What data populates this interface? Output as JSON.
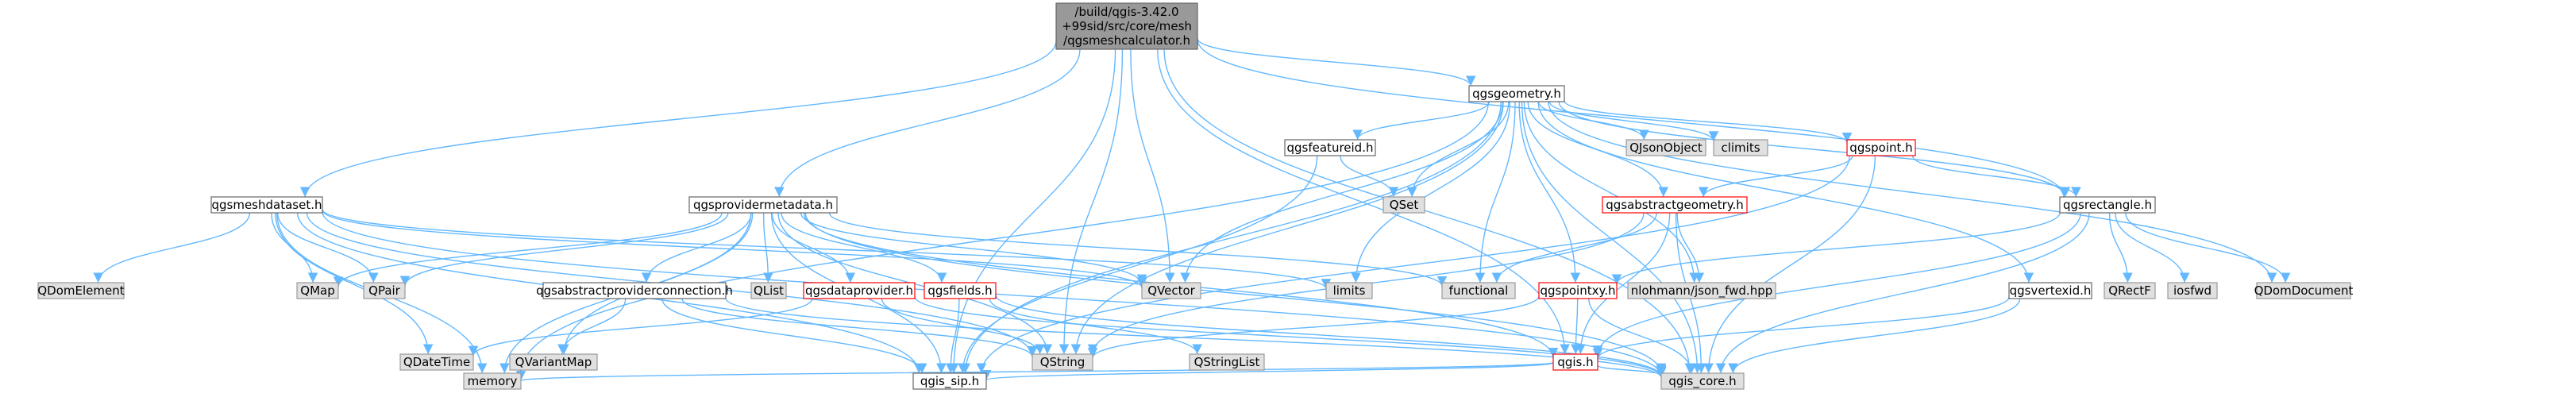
{
  "colors": {
    "edge": "#63b8ff",
    "root_fill": "#999999",
    "normal_fill": "#ffffff",
    "normal_stroke": "#666666",
    "highlight_stroke": "#ff0000",
    "system_fill": "#e0e0e0",
    "system_stroke": "#999999"
  },
  "nodes": {
    "root": {
      "lines": [
        "/build/qgis-3.42.0",
        "+99sid/src/core/mesh",
        "/qgsmeshcalculator.h"
      ],
      "kind": "root"
    },
    "qgsgeometry": {
      "lines": [
        "qgsgeometry.h"
      ],
      "kind": "normal"
    },
    "qgsmeshdataset": {
      "lines": [
        "qgsmeshdataset.h"
      ],
      "kind": "normal"
    },
    "qgsprovidermetadata": {
      "lines": [
        "qgsprovidermetadata.h"
      ],
      "kind": "normal"
    },
    "qgsfeatureid": {
      "lines": [
        "qgsfeatureid.h"
      ],
      "kind": "normal"
    },
    "qjsonobject": {
      "lines": [
        "QJsonObject"
      ],
      "kind": "system"
    },
    "climits": {
      "lines": [
        "climits"
      ],
      "kind": "system"
    },
    "qgspoint": {
      "lines": [
        "qgspoint.h"
      ],
      "kind": "highlight"
    },
    "qset": {
      "lines": [
        "QSet"
      ],
      "kind": "system"
    },
    "qgsabstractgeometry": {
      "lines": [
        "qgsabstractgeometry.h"
      ],
      "kind": "highlight"
    },
    "qgsrectangle": {
      "lines": [
        "qgsrectangle.h"
      ],
      "kind": "normal"
    },
    "qdomelement": {
      "lines": [
        "QDomElement"
      ],
      "kind": "system"
    },
    "qmap": {
      "lines": [
        "QMap"
      ],
      "kind": "system"
    },
    "qpair": {
      "lines": [
        "QPair"
      ],
      "kind": "system"
    },
    "qvector": {
      "lines": [
        "QVector"
      ],
      "kind": "system"
    },
    "limits": {
      "lines": [
        "limits"
      ],
      "kind": "system"
    },
    "functional": {
      "lines": [
        "functional"
      ],
      "kind": "system"
    },
    "qgsabstractproviderconnection": {
      "lines": [
        "qgsabstractproviderconnection.h"
      ],
      "kind": "normal"
    },
    "qlist": {
      "lines": [
        "QList"
      ],
      "kind": "system"
    },
    "qgsdataprovider": {
      "lines": [
        "qgsdataprovider.h"
      ],
      "kind": "highlight"
    },
    "qgsfields": {
      "lines": [
        "qgsfields.h"
      ],
      "kind": "highlight"
    },
    "nlohmann": {
      "lines": [
        "nlohmann/json_fwd.hpp"
      ],
      "kind": "system"
    },
    "qgspointxy": {
      "lines": [
        "qgspointxy.h"
      ],
      "kind": "highlight"
    },
    "qgsvertexid": {
      "lines": [
        "qgsvertexid.h"
      ],
      "kind": "normal"
    },
    "qrectf": {
      "lines": [
        "QRectF"
      ],
      "kind": "system"
    },
    "iosfwd": {
      "lines": [
        "iosfwd"
      ],
      "kind": "system"
    },
    "qdomdocument": {
      "lines": [
        "QDomDocument"
      ],
      "kind": "system"
    },
    "qdatetime": {
      "lines": [
        "QDateTime"
      ],
      "kind": "system"
    },
    "qvariantmap": {
      "lines": [
        "QVariantMap"
      ],
      "kind": "system"
    },
    "qstring": {
      "lines": [
        "QString"
      ],
      "kind": "system"
    },
    "qstringlist": {
      "lines": [
        "QStringList"
      ],
      "kind": "system"
    },
    "qgis": {
      "lines": [
        "qgis.h"
      ],
      "kind": "highlight"
    },
    "memory": {
      "lines": [
        "memory"
      ],
      "kind": "system"
    },
    "qgis_sip": {
      "lines": [
        "qgis_sip.h"
      ],
      "kind": "normal"
    },
    "qgis_core": {
      "lines": [
        "qgis_core.h"
      ],
      "kind": "system"
    }
  },
  "edges": [
    [
      "root",
      "qgsgeometry"
    ],
    [
      "root",
      "qgsmeshdataset"
    ],
    [
      "root",
      "qgsprovidermetadata"
    ],
    [
      "root",
      "qvector"
    ],
    [
      "root",
      "qstring"
    ],
    [
      "root",
      "qgis_sip"
    ],
    [
      "root",
      "qgis_core"
    ],
    [
      "root",
      "qgsrectangle"
    ],
    [
      "root",
      "qgis"
    ],
    [
      "qgsgeometry",
      "qgsfeatureid"
    ],
    [
      "qgsgeometry",
      "qjsonobject"
    ],
    [
      "qgsgeometry",
      "climits"
    ],
    [
      "qgsgeometry",
      "qgspoint"
    ],
    [
      "qgsgeometry",
      "qset"
    ],
    [
      "qgsgeometry",
      "qgsabstractgeometry"
    ],
    [
      "qgsgeometry",
      "qgsrectangle"
    ],
    [
      "qgsgeometry",
      "qvector"
    ],
    [
      "qgsgeometry",
      "limits"
    ],
    [
      "qgsgeometry",
      "functional"
    ],
    [
      "qgsgeometry",
      "nlohmann"
    ],
    [
      "qgsgeometry",
      "qgspointxy"
    ],
    [
      "qgsgeometry",
      "qgsvertexid"
    ],
    [
      "qgsgeometry",
      "qdomdocument"
    ],
    [
      "qgsgeometry",
      "qstring"
    ],
    [
      "qgsgeometry",
      "qgis_sip"
    ],
    [
      "qgsgeometry",
      "qgis_core"
    ],
    [
      "qgsgeometry",
      "memory"
    ],
    [
      "qgsfeatureid",
      "qset"
    ],
    [
      "qgsfeatureid",
      "qgis_sip"
    ],
    [
      "qgspoint",
      "qgsabstractgeometry"
    ],
    [
      "qgspoint",
      "qgsrectangle"
    ],
    [
      "qgspoint",
      "qgis_core"
    ],
    [
      "qgspoint",
      "qgis_sip"
    ],
    [
      "qgsabstractgeometry",
      "functional"
    ],
    [
      "qgsabstractgeometry",
      "nlohmann"
    ],
    [
      "qgsabstractgeometry",
      "qgis"
    ],
    [
      "qgsabstractgeometry",
      "qgis_core"
    ],
    [
      "qgsabstractgeometry",
      "qstring"
    ],
    [
      "qgsrectangle",
      "qrectf"
    ],
    [
      "qgsrectangle",
      "iosfwd"
    ],
    [
      "qgsrectangle",
      "qdomdocument"
    ],
    [
      "qgsrectangle",
      "qgspointxy"
    ],
    [
      "qgsrectangle",
      "qgis"
    ],
    [
      "qgsrectangle",
      "qgis_core"
    ],
    [
      "qgsmeshdataset",
      "qdomelement"
    ],
    [
      "qgsmeshdataset",
      "qmap"
    ],
    [
      "qgsmeshdataset",
      "qpair"
    ],
    [
      "qgsmeshdataset",
      "qvector"
    ],
    [
      "qgsmeshdataset",
      "limits"
    ],
    [
      "qgsmeshdataset",
      "qdatetime"
    ],
    [
      "qgsmeshdataset",
      "qgis_sip"
    ],
    [
      "qgsmeshdataset",
      "qgis_core"
    ],
    [
      "qgsmeshdataset",
      "memory"
    ],
    [
      "qgsmeshdataset",
      "qstring"
    ],
    [
      "qgsprovidermetadata",
      "qmap"
    ],
    [
      "qgsprovidermetadata",
      "qpair"
    ],
    [
      "qgsprovidermetadata",
      "qvector"
    ],
    [
      "qgsprovidermetadata",
      "functional"
    ],
    [
      "qgsprovidermetadata",
      "qgsabstractproviderconnection"
    ],
    [
      "qgsprovidermetadata",
      "qlist"
    ],
    [
      "qgsprovidermetadata",
      "qgsdataprovider"
    ],
    [
      "qgsprovidermetadata",
      "qgsfields"
    ],
    [
      "qgsprovidermetadata",
      "qvariantmap"
    ],
    [
      "qgsprovidermetadata",
      "qstring"
    ],
    [
      "qgsprovidermetadata",
      "memory"
    ],
    [
      "qgsprovidermetadata",
      "qgis_sip"
    ],
    [
      "qgsprovidermetadata",
      "qgis_core"
    ],
    [
      "qgsprovidermetadata",
      "qgis"
    ],
    [
      "qgsabstractproviderconnection",
      "qvariantmap"
    ],
    [
      "qgsabstractproviderconnection",
      "qstring"
    ],
    [
      "qgsabstractproviderconnection",
      "qgis_sip"
    ],
    [
      "qgsabstractproviderconnection",
      "qgis_core"
    ],
    [
      "qgsdataprovider",
      "qdatetime"
    ],
    [
      "qgsdataprovider",
      "qstring"
    ],
    [
      "qgsdataprovider",
      "qgis_core"
    ],
    [
      "qgsfields",
      "qstringlist"
    ],
    [
      "qgsfields",
      "qgis_sip"
    ],
    [
      "qgsfields",
      "qgis_core"
    ],
    [
      "qgspointxy",
      "qgis"
    ],
    [
      "qgspointxy",
      "qstring"
    ],
    [
      "qgspointxy",
      "qgis_core"
    ],
    [
      "qgsvertexid",
      "qgis"
    ],
    [
      "qgsvertexid",
      "qgis_core"
    ],
    [
      "qgis",
      "memory"
    ],
    [
      "qgis",
      "qgis_sip"
    ],
    [
      "qgis",
      "qgis_core"
    ]
  ]
}
